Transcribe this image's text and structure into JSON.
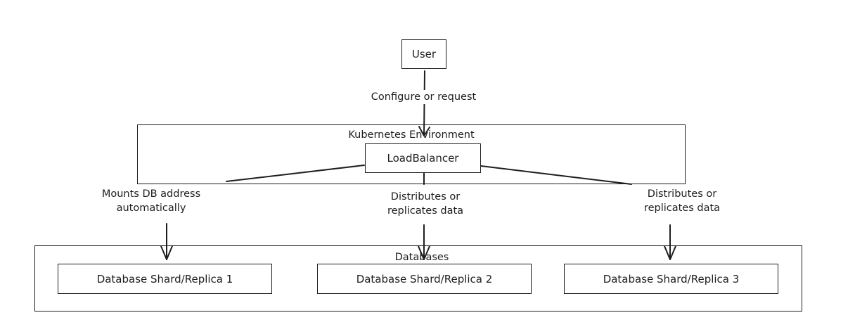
{
  "nodes": {
    "user": "User",
    "load_balancer": "LoadBalancer",
    "shard_1": "Database Shard/Replica 1",
    "shard_2": "Database Shard/Replica 2",
    "shard_3": "Database Shard/Replica 3"
  },
  "groups": {
    "kubernetes": "Kubernetes Environment",
    "databases": "Databases"
  },
  "edges": {
    "user_to_lb": "Configure or request",
    "lb_to_shard_1": [
      "Mounts DB address",
      "automatically"
    ],
    "lb_to_shard_2": [
      "Distributes or",
      "replicates data"
    ],
    "lb_to_shard_3": [
      "Distributes or",
      "replicates data"
    ]
  },
  "colors": {
    "stroke": "#1e1e1e",
    "background": "#ffffff"
  }
}
